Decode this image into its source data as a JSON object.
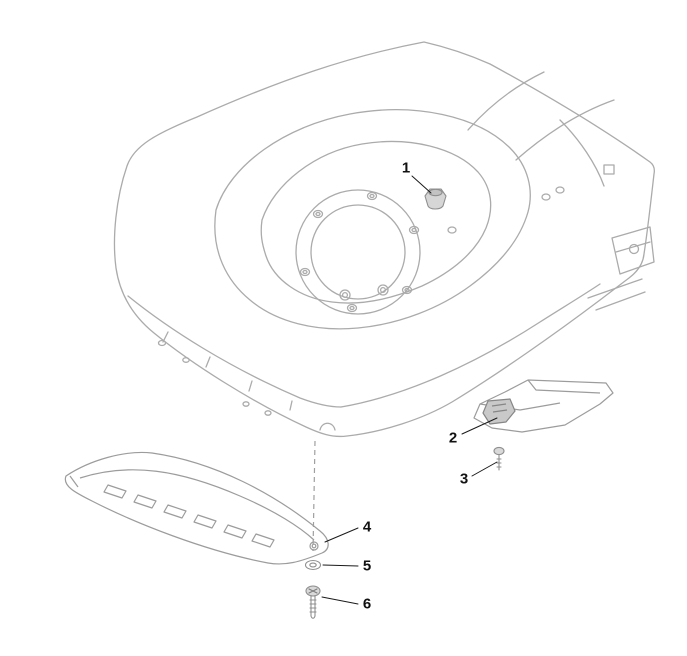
{
  "diagram": {
    "background_color": "#ffffff",
    "drawing_color": "#ababab",
    "part_fill_color": "#d6d6d6",
    "leader_color": "#1a1a1a",
    "callout_color": "#111111",
    "callouts": [
      {
        "label": "1",
        "name": "cap-plug"
      },
      {
        "label": "2",
        "name": "mulching-deflector"
      },
      {
        "label": "3",
        "name": "screw-upper"
      },
      {
        "label": "4",
        "name": "protection-plate"
      },
      {
        "label": "5",
        "name": "washer"
      },
      {
        "label": "6",
        "name": "screw-lower"
      }
    ]
  }
}
